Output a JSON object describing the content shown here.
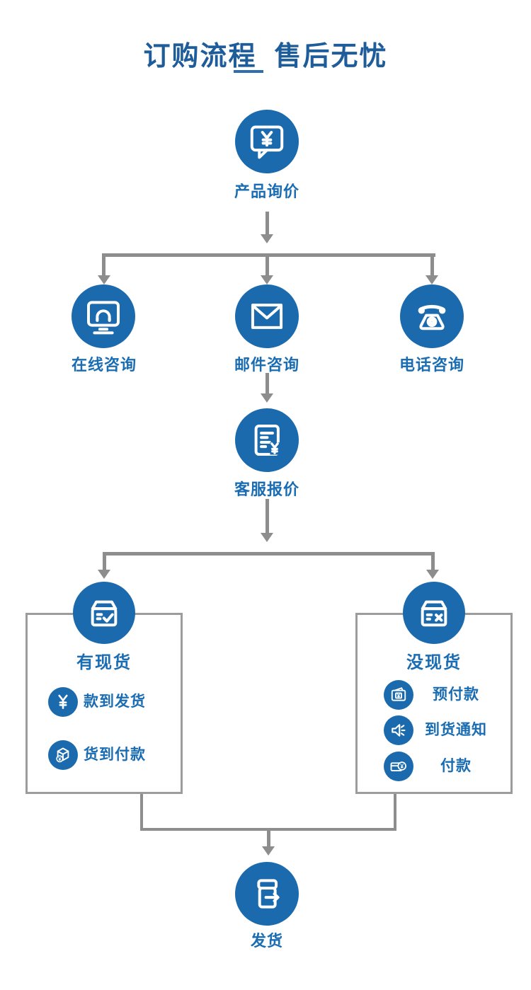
{
  "header": {
    "title": "订购流程  售后无忧"
  },
  "colors": {
    "accent_blue": "#1a6aad",
    "label_blue": "#1a6cb3",
    "title_blue": "#1e5d99",
    "connector_gray": "#8d8d8d",
    "box_border_gray": "#9c9c9c"
  },
  "flow": {
    "start": {
      "label": "产品询价",
      "icon": "chat-bubble-yen-icon"
    },
    "contact_branches": [
      {
        "label": "在线咨询",
        "icon": "online-support-monitor-headset-icon"
      },
      {
        "label": "邮件咨询",
        "icon": "email-envelope-icon"
      },
      {
        "label": "电话咨询",
        "icon": "telephone-icon"
      }
    ],
    "quote": {
      "label": "客服报价",
      "icon": "quotation-document-yen-icon"
    },
    "stock_branches": [
      {
        "label": "有现货",
        "icon": "stock-box-check-icon",
        "items": [
          {
            "label": "款到发货",
            "icon": "yen-currency-icon"
          },
          {
            "label": "货到付款",
            "icon": "package-yen-icon"
          }
        ]
      },
      {
        "label": "没现货",
        "icon": "stock-box-x-icon",
        "items": [
          {
            "label": "预付款",
            "icon": "wallet-yen-icon"
          },
          {
            "label": "到货通知",
            "icon": "speaker-notice-icon"
          },
          {
            "label": "付款",
            "icon": "card-coin-payment-icon"
          }
        ]
      }
    ],
    "end": {
      "label": "发货",
      "icon": "shipping-box-arrow-icon"
    }
  }
}
